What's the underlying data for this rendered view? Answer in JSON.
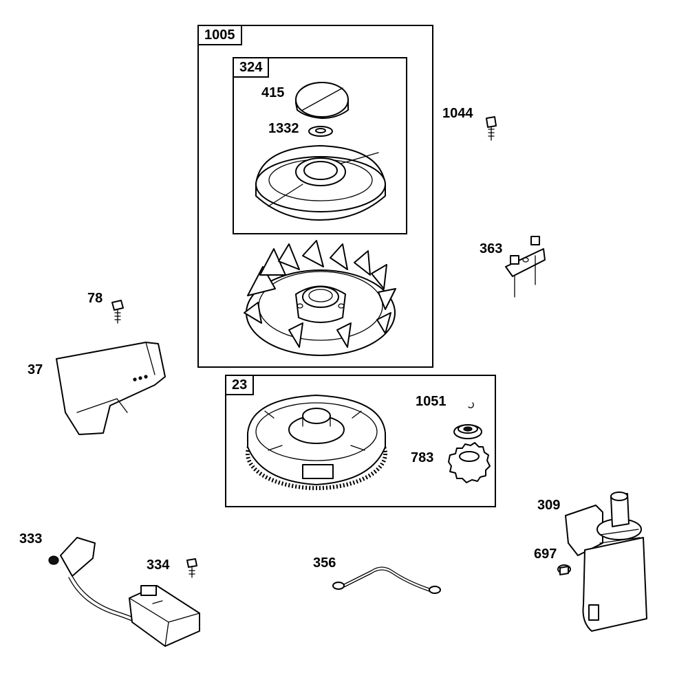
{
  "groups": {
    "assembly_1005": "1005",
    "assembly_324": "324",
    "assembly_23": "23"
  },
  "callouts": {
    "c415": "415",
    "c1332": "1332",
    "c1044": "1044",
    "c363": "363",
    "c78": "78",
    "c37": "37",
    "c1051": "1051",
    "c783": "783",
    "c309": "309",
    "c697": "697",
    "c333": "333",
    "c334": "334",
    "c356": "356"
  }
}
